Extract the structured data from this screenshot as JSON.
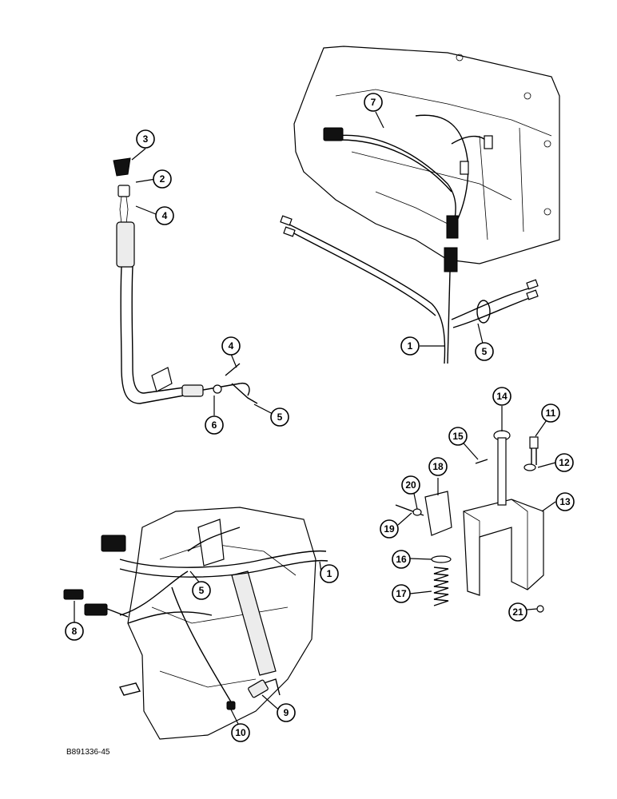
{
  "figure_ref": "B891336-45",
  "callouts": [
    {
      "id": "c1",
      "label": "1"
    },
    {
      "id": "c2",
      "label": "2"
    },
    {
      "id": "c3",
      "label": "3"
    },
    {
      "id": "c4",
      "label": "4"
    },
    {
      "id": "c5",
      "label": "5"
    },
    {
      "id": "c6",
      "label": "6"
    },
    {
      "id": "c7",
      "label": "7"
    },
    {
      "id": "c8",
      "label": "8"
    },
    {
      "id": "c9",
      "label": "9"
    },
    {
      "id": "c10",
      "label": "10"
    },
    {
      "id": "c11",
      "label": "11"
    },
    {
      "id": "c12",
      "label": "12"
    },
    {
      "id": "c13",
      "label": "13"
    },
    {
      "id": "c14",
      "label": "14"
    },
    {
      "id": "c15",
      "label": "15"
    },
    {
      "id": "c16",
      "label": "16"
    },
    {
      "id": "c17",
      "label": "17"
    },
    {
      "id": "c18",
      "label": "18"
    },
    {
      "id": "c19",
      "label": "19"
    },
    {
      "id": "c20",
      "label": "20"
    },
    {
      "id": "c21",
      "label": "21"
    },
    {
      "id": "c4b",
      "label": "4"
    },
    {
      "id": "c5b",
      "label": "5"
    },
    {
      "id": "c5c",
      "label": "5"
    },
    {
      "id": "c1b",
      "label": "1"
    }
  ]
}
